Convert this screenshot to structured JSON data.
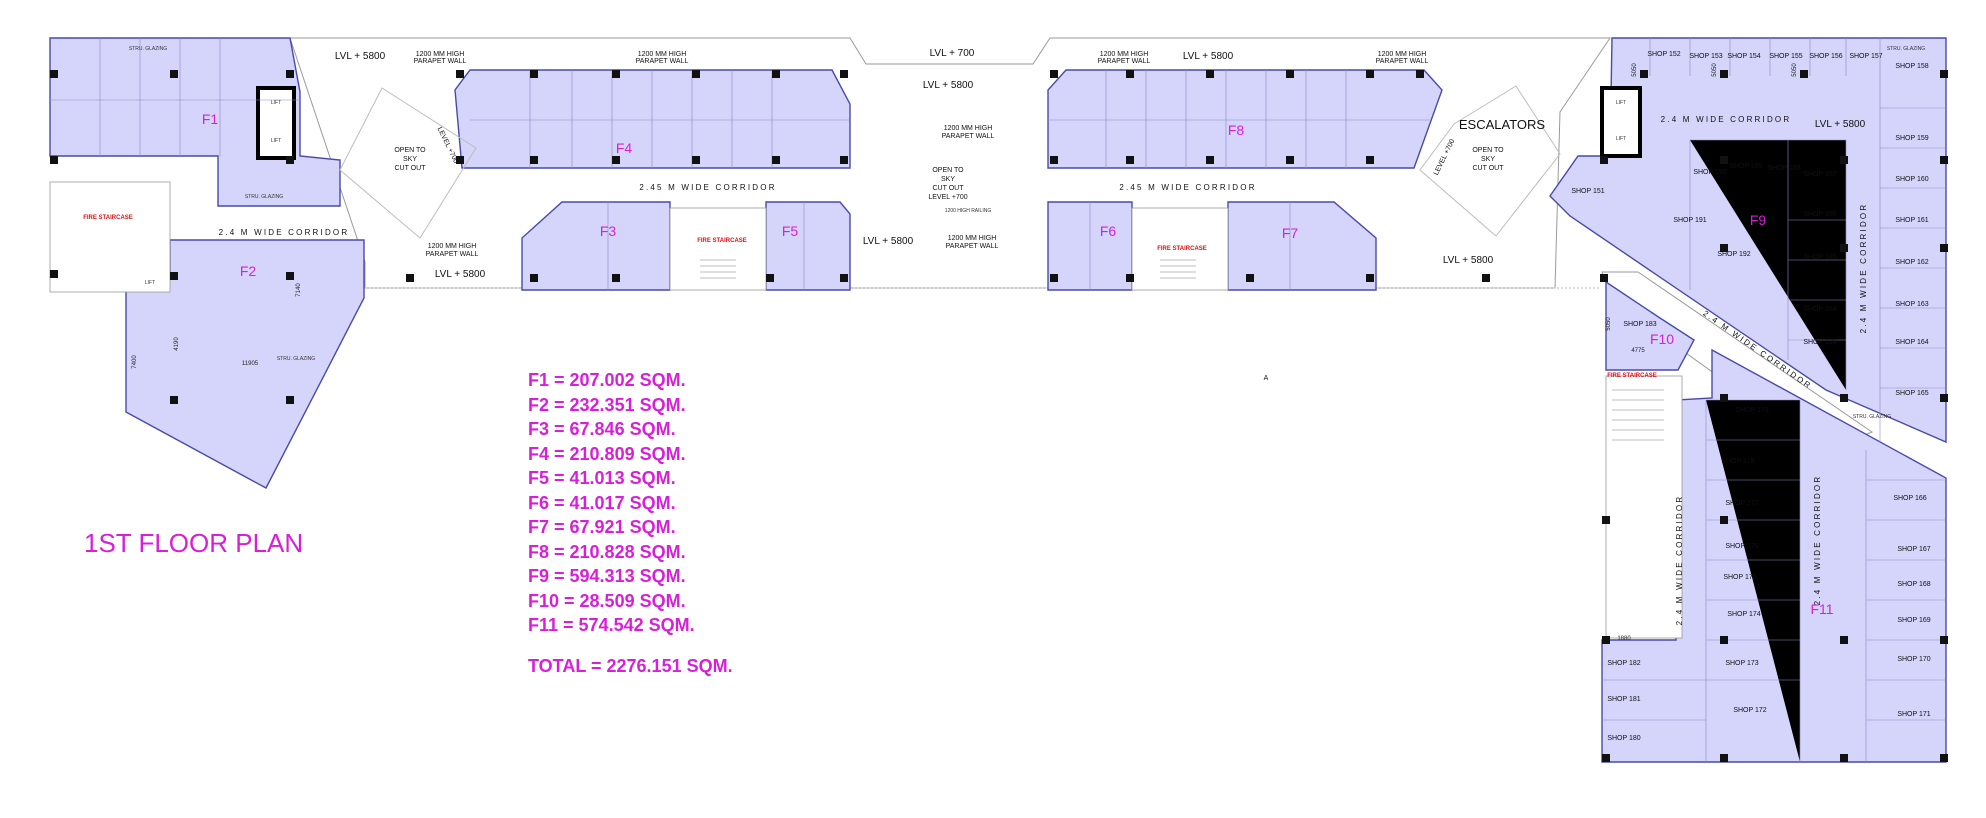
{
  "title": "1ST FLOOR PLAN",
  "levels": {
    "lvl_5800": "LVL + 5800",
    "lvl_700": "LVL + 700",
    "level_700": "LEVEL +700"
  },
  "labels": {
    "parapet_1": "1200 MM HIGH",
    "parapet_2": "PARAPET WALL",
    "corridor_24": "2.4 M WIDE CORRIDOR",
    "corridor_245": "2.45 M WIDE CORRIDOR",
    "open_1": "OPEN TO",
    "open_2": "SKY",
    "open_3": "CUT OUT",
    "escalators": "ESCALATORS",
    "fire_staircase": "FIRE STAIRCASE",
    "lift": "LIFT",
    "glazing": "STRU. GLAZING",
    "railing": "1200 HIGH RAILING",
    "point_a": "A"
  },
  "zones": [
    "F1",
    "F2",
    "F3",
    "F4",
    "F5",
    "F6",
    "F7",
    "F8",
    "F9",
    "F10",
    "F11"
  ],
  "dimensions": [
    "7400",
    "4190",
    "11905",
    "7140",
    "5050",
    "5050",
    "5050",
    "5050",
    "5050",
    "5050",
    "4775",
    "1880"
  ],
  "shops": {
    "f9": [
      "SHOP 152",
      "SHOP 153",
      "SHOP 154",
      "SHOP 155",
      "SHOP 156",
      "SHOP 157",
      "SHOP 158",
      "SHOP 159",
      "SHOP 160",
      "SHOP 161",
      "SHOP 162",
      "SHOP 163",
      "SHOP 164",
      "SHOP 165",
      "SHOP 189",
      "SHOP 188",
      "SHOP 187",
      "SHOP 190",
      "SHOP 191",
      "SHOP 192",
      "SHOP 186",
      "SHOP 185",
      "SHOP 184",
      "SHOP 183",
      "SHOP 151"
    ],
    "f10": [
      "SHOP 183"
    ],
    "f11": [
      "SHOP 179",
      "SHOP 178",
      "SHOP 177",
      "SHOP 176",
      "SHOP 175",
      "SHOP 174",
      "SHOP 173",
      "SHOP 172",
      "SHOP 171",
      "SHOP 170",
      "SHOP 169",
      "SHOP 168",
      "SHOP 167",
      "SHOP 166",
      "SHOP 182",
      "SHOP 181",
      "SHOP 180"
    ]
  },
  "areas": [
    "F1 = 207.002 SQM.",
    "F2 = 232.351 SQM.",
    "F3 = 67.846 SQM.",
    "F4 = 210.809 SQM.",
    "F5 = 41.013 SQM.",
    "F6 = 41.017 SQM.",
    "F7 = 67.921 SQM.",
    "F8 = 210.828 SQM.",
    "F9 = 594.313 SQM.",
    "F10 = 28.509 SQM.",
    "F11 = 574.542 SQM."
  ],
  "total": "TOTAL = 2276.151 SQM."
}
